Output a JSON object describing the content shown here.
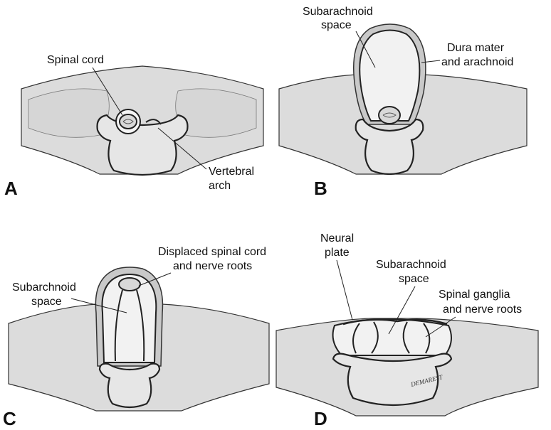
{
  "panels": [
    {
      "letter": "A",
      "labels": {
        "spinal_cord": "Spinal cord",
        "vertebral_arch_1": "Vertebral",
        "vertebral_arch_2": "arch"
      }
    },
    {
      "letter": "B",
      "labels": {
        "subarachnoid_1": "Subarachnoid",
        "subarachnoid_2": "space",
        "dura_1": "Dura mater",
        "dura_2": "and arachnoid"
      }
    },
    {
      "letter": "C",
      "labels": {
        "displaced_1": "Displaced spinal cord",
        "displaced_2": "and nerve roots",
        "subarachnoid_1": "Subarchnoid",
        "subarachnoid_2": "space"
      }
    },
    {
      "letter": "D",
      "labels": {
        "neural_1": "Neural",
        "neural_2": "plate",
        "subarachnoid_1": "Subarachnoid",
        "subarachnoid_2": "space",
        "ganglia_1": "Spinal ganglia",
        "ganglia_2": "and nerve roots"
      }
    }
  ],
  "signature": "DEMAREST"
}
